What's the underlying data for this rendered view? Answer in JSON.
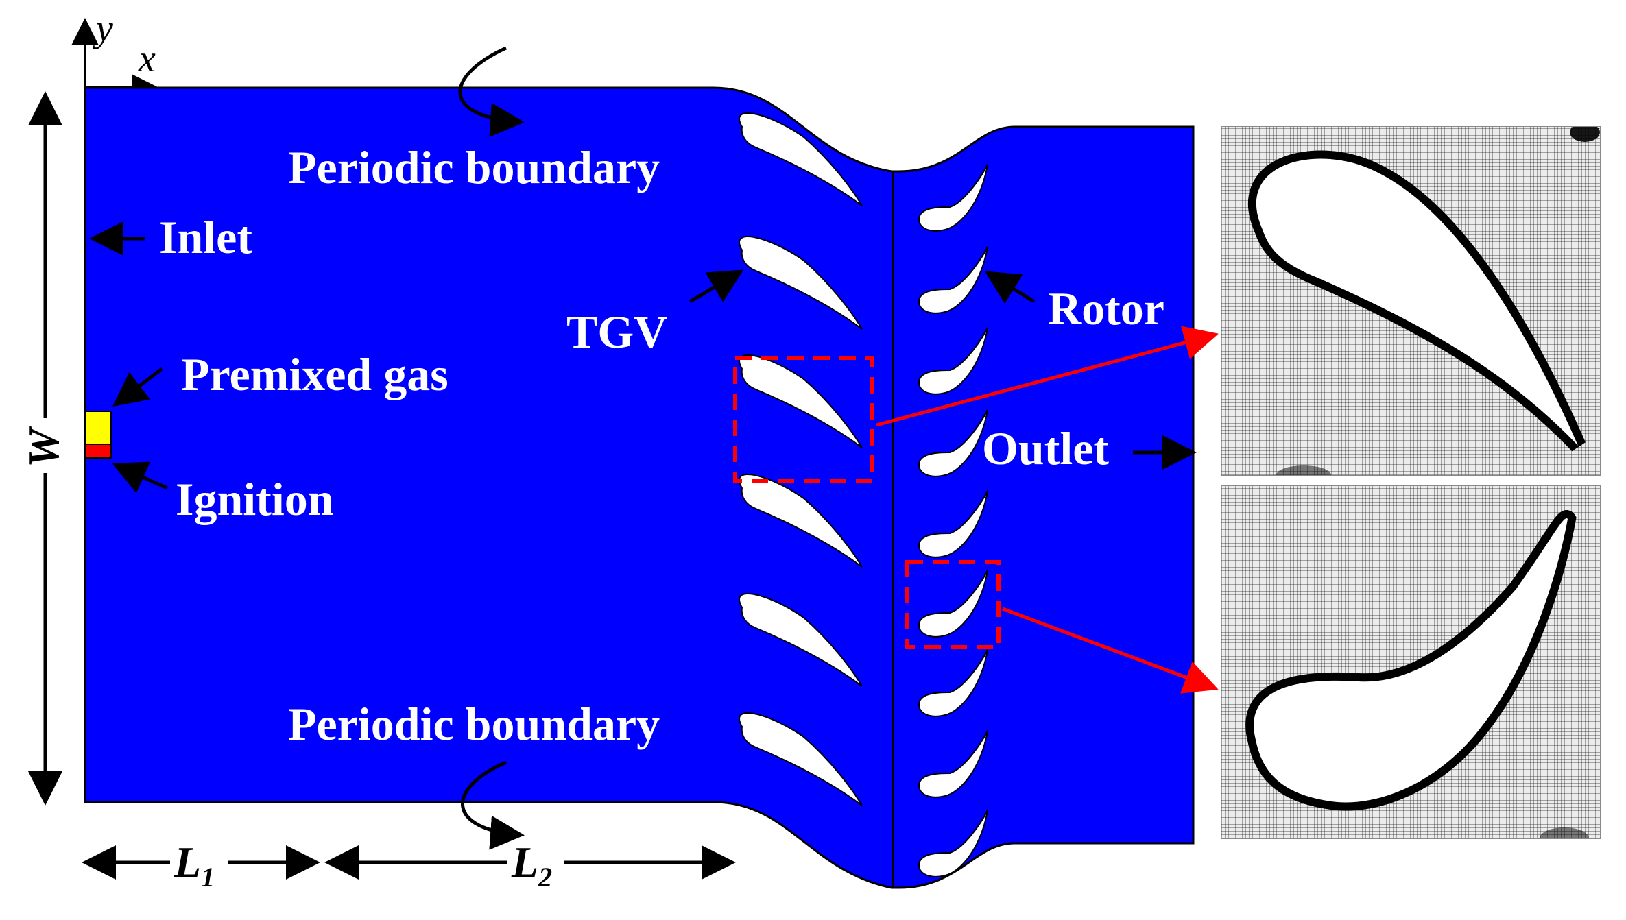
{
  "labels": {
    "axis_y": "y",
    "axis_x": "x",
    "periodic_top": "Periodic boundary",
    "periodic_bottom": "Periodic boundary",
    "inlet": "Inlet",
    "premixed": "Premixed gas",
    "ignition": "Ignition",
    "tgv": "TGV",
    "rotor": "Rotor",
    "outlet": "Outlet",
    "width": "W",
    "l1_main": "L",
    "l1_sub": "1",
    "l2_main": "L",
    "l2_sub": "2"
  },
  "colors": {
    "domain": "#0000ff",
    "premixed_gas": "#ffff00",
    "ignition": "#ff0000",
    "highlight": "#ff0000",
    "blade": "#ffffff"
  }
}
